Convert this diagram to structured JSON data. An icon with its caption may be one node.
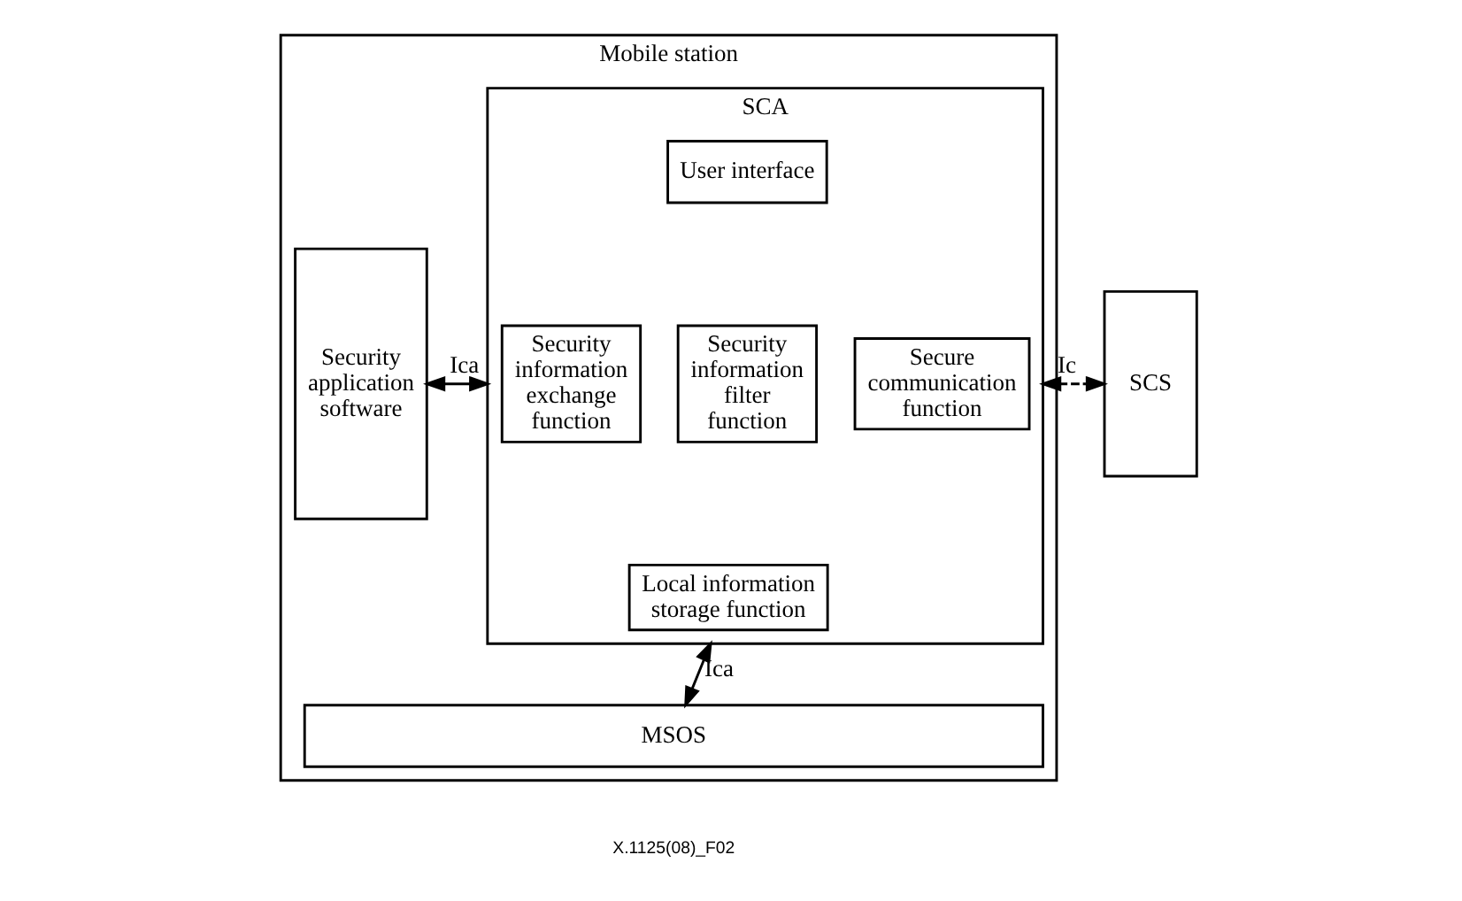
{
  "diagram": {
    "nodes": [
      {
        "text": [
          "Mobile station"
        ]
      },
      {
        "text": [
          "Security application software"
        ],
        "in": 0
      },
      {
        "text": [
          "SCA"
        ],
        "in": 0
      },
      {
        "text": [
          "User interface"
        ],
        "in": 2
      },
      {
        "text": [
          "Security information exchange function"
        ],
        "in": 2
      },
      {
        "text": [
          "Security information filter function"
        ],
        "in": 2
      },
      {
        "text": [
          "Secure communication function"
        ],
        "in": 2
      },
      {
        "text": [
          "Local information storage function"
        ],
        "in": 2
      },
      {
        "text": [
          "MSOS"
        ],
        "in": 0
      },
      {
        "text": [
          "SCS"
        ]
      }
    ],
    "edges": [
      {
        "from": 1,
        "to": 2,
        "arrow": "both",
        "label": "Ica"
      },
      {
        "from": 2,
        "to": 9,
        "arrow": "both",
        "label": "Ic",
        "style": "dashed"
      },
      {
        "from": 2,
        "to": 8,
        "arrow": "both",
        "label": "Ica"
      }
    ],
    "labels": [
      "X.1125(08)_F02"
    ]
  }
}
